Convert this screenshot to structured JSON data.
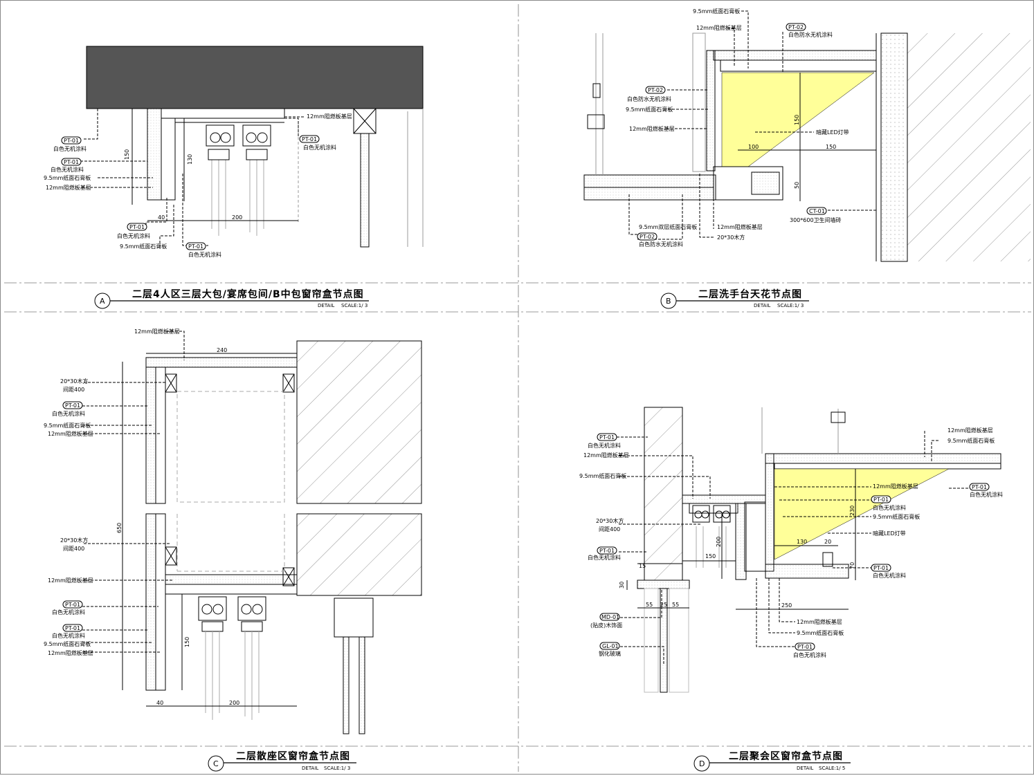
{
  "panels": {
    "a": {
      "letter": "A",
      "title": "二层4人区三层大包/宴席包间/B中包窗帘盒节点图",
      "detail": "DETAIL",
      "scale": "SCALE:1/ 3",
      "labels": {
        "l1_code": "PT-01",
        "l1_text": "白色无机涂料",
        "l2_code": "PT-01",
        "l2_text": "白色无机涂料",
        "l3": "9.5mm纸面石膏板",
        "l4": "12mm阻燃板基层",
        "l5_code": "PT-01",
        "l5_text": "白色无机涂料",
        "l6": "9.5mm纸面石膏板",
        "l7_code": "PT-01",
        "l7_text": "白色无机涂料",
        "r1": "12mm阻燃板基层",
        "r2_code": "PT-01",
        "r2_text": "白色无机涂料"
      },
      "dims": {
        "d150": "150",
        "d130": "130",
        "d40": "40",
        "d200": "200"
      }
    },
    "b": {
      "letter": "B",
      "title": "二层洗手台天花节点图",
      "detail": "DETAIL",
      "scale": "SCALE:1/ 3",
      "labels": {
        "t1": "9.5mm纸面石膏板",
        "t2": "12mm阻燃板基层",
        "t3_code": "PT-02",
        "t3_text": "白色防水无机涂料",
        "l1_code": "PT-02",
        "l1_text": "白色防水无机涂料",
        "l2": "9.5mm纸面石膏板",
        "l3": "12mm阻燃板基层",
        "led": "暗藏LED灯带",
        "b1": "9.5mm双层纸面石膏板",
        "b2_code": "PT-02",
        "b2_text": "白色防水无机涂料",
        "b3": "12mm阻燃板基层",
        "b4": "20*30木方",
        "ct_code": "CT-01",
        "ct_text": "300*600卫生间墙砖"
      },
      "dims": {
        "d150v": "150",
        "d100": "100",
        "d150h": "150",
        "d50": "50"
      }
    },
    "c": {
      "letter": "C",
      "title": "二层散座区窗帘盒节点图",
      "detail": "DETAIL",
      "scale": "SCALE:1/ 3",
      "labels": {
        "top": "12mm阻燃板基层",
        "u1a": "20*30木方",
        "u1b": "间距400",
        "u2_code": "PT-01",
        "u2_text": "白色无机涂料",
        "u3": "9.5mm纸面石膏板",
        "u4": "12mm阻燃板基层",
        "m1a": "20*30木方",
        "m1b": "间距400",
        "m2": "12mm阻燃板基层",
        "m3_code": "PT-01",
        "m3_text": "白色无机涂料",
        "m4_code": "PT-01",
        "m4_text": "白色无机涂料",
        "m5": "9.5mm纸面石膏板",
        "m6": "12mm阻燃板基层"
      },
      "dims": {
        "d240": "240",
        "d650": "650",
        "d150": "150",
        "d40": "40",
        "d200": "200"
      }
    },
    "d": {
      "letter": "D",
      "title": "二层聚会区窗帘盒节点图",
      "detail": "DETAIL",
      "scale": "SCALE:1/ 5",
      "labels": {
        "l1_code": "PT-01",
        "l1_text": "白色无机涂料",
        "l2": "12mm阻燃板基层",
        "l3": "9.5mm纸面石膏板",
        "l4a": "20*30木方",
        "l4b": "间距400",
        "l5_code": "PT-01",
        "l5_text": "白色无机涂料",
        "l6_code": "MD-01",
        "l6_text": "(贴皮)木饰面",
        "l7_code": "GL-01",
        "l7_text": "钢化玻璃",
        "r1": "12mm阻燃板基层",
        "r2": "9.5mm纸面石膏板",
        "r3_code": "PT-01",
        "r3_text": "白色无机涂料",
        "i1": "12mm阻燃板基层",
        "i2_code": "PT-01",
        "i2_text": "白色无机涂料",
        "i3": "9.5mm纸面石膏板",
        "i4": "暗藏LED灯带",
        "i5_code": "PT-01",
        "i5_text": "白色无机涂料",
        "b1": "12mm阻燃板基层",
        "b2": "9.5mm纸面石膏板",
        "b3_code": "PT-01",
        "b3_text": "白色无机涂料"
      },
      "dims": {
        "d15": "15",
        "d30": "30",
        "d55a": "55",
        "d25": "25",
        "d55b": "55",
        "d200": "200",
        "d150": "150",
        "d230": "230",
        "d130": "130",
        "d20": "20",
        "d70": "70",
        "d250": "250"
      }
    }
  },
  "colors": {
    "led_fill": "#ffff99",
    "soffit_fill": "#555555",
    "line": "#000000",
    "hatch": "#777777"
  }
}
